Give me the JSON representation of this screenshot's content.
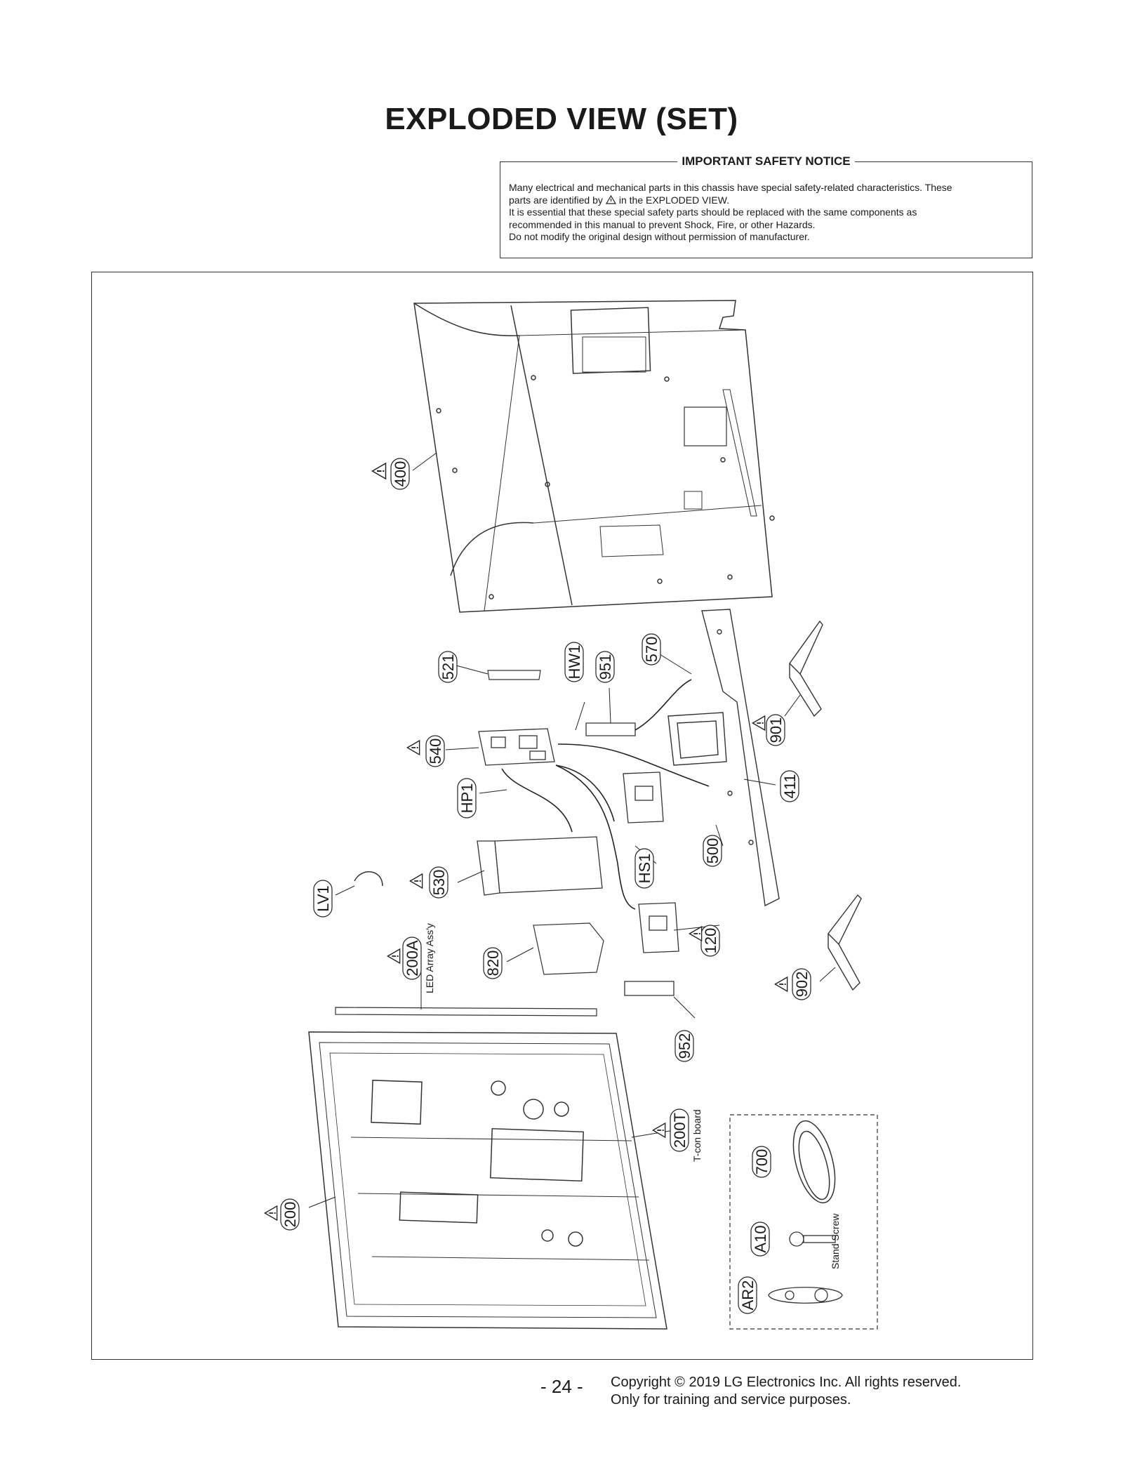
{
  "page": {
    "title": "EXPLODED VIEW (SET)",
    "page_number": "- 24 -",
    "copyright_line1": "Copyright © 2019 LG Electronics Inc. All rights reserved.",
    "copyright_line2": "Only for training and service purposes."
  },
  "notice": {
    "heading": "IMPORTANT SAFETY NOTICE",
    "line1": "Many electrical and mechanical parts in this chassis have special safety-related characteristics. These",
    "line2a": "parts are identified by",
    "line2b": "in the EXPLODED VIEW.",
    "line3": "It is essential that these special safety parts should be replaced with the same components as",
    "line4": "recommended in this manual to prevent Shock, Fire, or other Hazards.",
    "line5": "Do not modify the original design without permission of manufacturer."
  },
  "callouts": [
    {
      "id": "400",
      "label": "400",
      "safety": true
    },
    {
      "id": "521",
      "label": "521",
      "safety": false
    },
    {
      "id": "HW1",
      "label": "HW1",
      "safety": false
    },
    {
      "id": "951",
      "label": "951",
      "safety": false
    },
    {
      "id": "570",
      "label": "570",
      "safety": false
    },
    {
      "id": "901",
      "label": "901",
      "safety": true
    },
    {
      "id": "540",
      "label": "540",
      "safety": true
    },
    {
      "id": "411",
      "label": "411",
      "safety": false
    },
    {
      "id": "HP1",
      "label": "HP1",
      "safety": false
    },
    {
      "id": "500",
      "label": "500",
      "safety": false
    },
    {
      "id": "530",
      "label": "530",
      "safety": true
    },
    {
      "id": "HS1",
      "label": "HS1",
      "safety": false
    },
    {
      "id": "LV1",
      "label": "LV1",
      "safety": false
    },
    {
      "id": "120",
      "label": "120",
      "safety": true
    },
    {
      "id": "200A",
      "label": "200A",
      "safety": true
    },
    {
      "id": "820",
      "label": "820",
      "safety": false
    },
    {
      "id": "902",
      "label": "902",
      "safety": true
    },
    {
      "id": "952",
      "label": "952",
      "safety": false
    },
    {
      "id": "200T",
      "label": "200T",
      "safety": true
    },
    {
      "id": "700",
      "label": "700",
      "safety": false
    },
    {
      "id": "200",
      "label": "200",
      "safety": true
    },
    {
      "id": "A10",
      "label": "A10",
      "safety": false
    },
    {
      "id": "AR2",
      "label": "AR2",
      "safety": false
    }
  ],
  "notes": {
    "led_array": "LED Array Ass'y",
    "tcon": "T-con board",
    "stand_screw": "Stand Screw"
  }
}
